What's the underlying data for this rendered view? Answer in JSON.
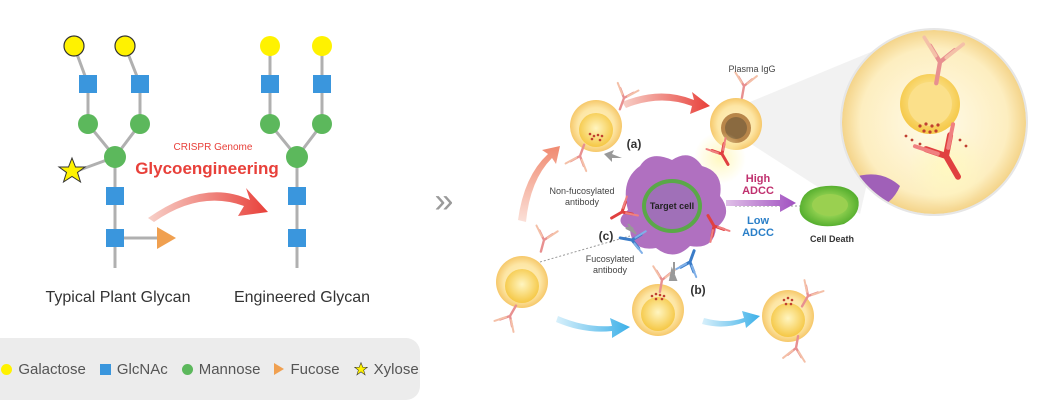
{
  "left_panel": {
    "typical_label": "Typical Plant Glycan",
    "engineered_label": "Engineered Glycan",
    "crispr_label": "CRISPR Genome",
    "glyco_label": "Glycoengineering"
  },
  "separator": "»",
  "adcc": {
    "plasma_igg": "Plasma IgG",
    "label_a": "(a)",
    "label_b": "(b)",
    "label_c": "(c)",
    "non_fuco_line1": "Non-fucosylated",
    "non_fuco_line2": "antibody",
    "fuco_line1": "Fucosylated",
    "fuco_line2": "antibody",
    "target_cell": "Target cell",
    "high_line1": "High",
    "high_line2": "ADCC",
    "low_line1": "Low",
    "low_line2": "ADCC",
    "cell_death": "Cell Death"
  },
  "legend": {
    "items": [
      {
        "label": "Galactose",
        "icon": "galactose-circle-icon",
        "color": "#fff200"
      },
      {
        "label": "GlcNAc",
        "icon": "glcnac-square-icon",
        "color": "#3a96dd"
      },
      {
        "label": "Mannose",
        "icon": "mannose-circle-icon",
        "color": "#5cb85c"
      },
      {
        "label": "Fucose",
        "icon": "fucose-triangle-icon",
        "color": "#f0a050"
      },
      {
        "label": "Xylose",
        "icon": "xylose-star-icon",
        "color": "#fff200"
      }
    ]
  },
  "colors": {
    "galactose": "#fff200",
    "glcnac": "#3a96dd",
    "mannose": "#5cb85c",
    "fucose": "#f0a050",
    "glyco_red": "#e8403a",
    "high_adcc": "#c0306e",
    "low_adcc": "#2a7fc8"
  }
}
